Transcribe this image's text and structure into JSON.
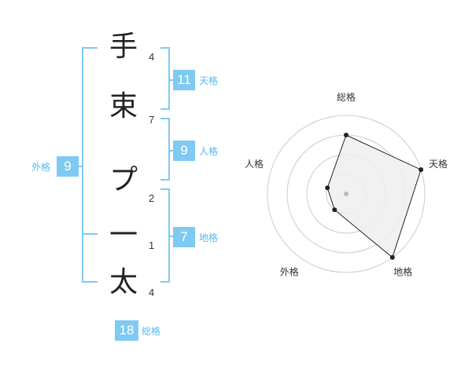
{
  "name": {
    "characters": [
      {
        "char": "手",
        "strokes": "4"
      },
      {
        "char": "束",
        "strokes": "7"
      },
      {
        "char": "プ",
        "strokes": "2"
      },
      {
        "char": "一",
        "strokes": "1"
      },
      {
        "char": "太",
        "strokes": "4"
      }
    ]
  },
  "fortunes": {
    "tenkaku": {
      "value": "11",
      "label": "天格"
    },
    "jinkaku": {
      "value": "9",
      "label": "人格"
    },
    "chikaku": {
      "value": "7",
      "label": "地格"
    },
    "gaikaku": {
      "value": "9",
      "label": "外格"
    },
    "soukaku": {
      "value": "18",
      "label": "総格"
    }
  },
  "radar": {
    "axes": [
      "総格",
      "天格",
      "地格",
      "外格",
      "人格"
    ],
    "levels": 4,
    "values": [
      3,
      4,
      4,
      1,
      1
    ],
    "max": 4,
    "colors": {
      "fill": "#eeeeee",
      "line": "#222222",
      "grid": "#cccccc",
      "point": "#222222",
      "center": "#bbbbbb"
    }
  },
  "colors": {
    "accent": "#7fcaf2",
    "accent_text": "#5ab8ec"
  }
}
